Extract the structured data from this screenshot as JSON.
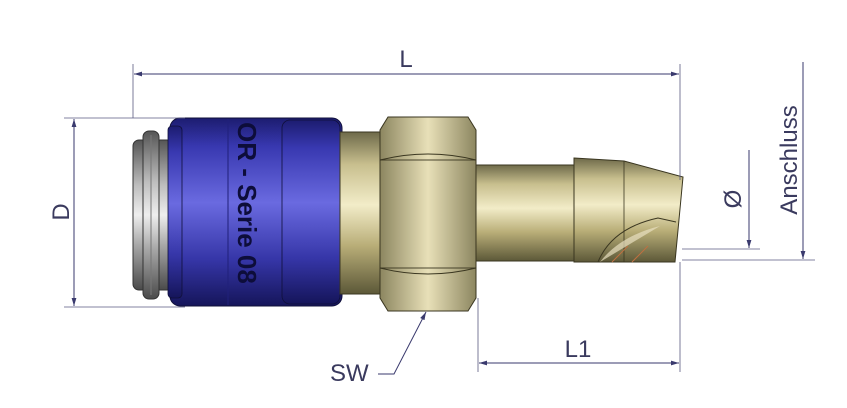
{
  "dimensions": {
    "L": "L",
    "L1": "L1",
    "D": "D",
    "SW": "SW",
    "diameter": "Ø",
    "connection": "Anschluss"
  },
  "sleeve_marking": "OR - Serie 08",
  "colors": {
    "sleeve_blue": "#3a3ab8",
    "brass": "#c8b880",
    "steel": "#a0a0a0",
    "dimension_line": "#3a3a6e"
  }
}
